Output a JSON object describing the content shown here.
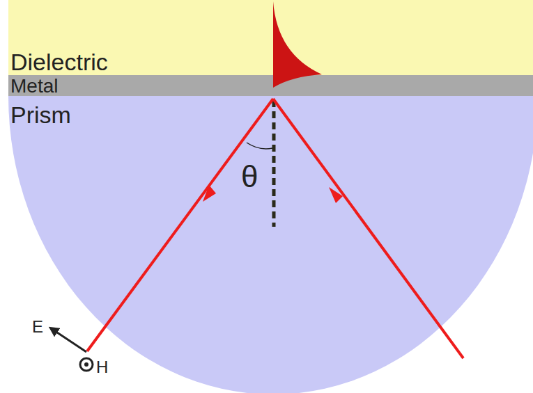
{
  "diagram": {
    "nodes": [
      {
        "text": [
          "Dielectric"
        ]
      },
      {
        "text": [
          "Metal"
        ]
      },
      {
        "text": [
          "Prism"
        ]
      }
    ],
    "labels": [
      "θ",
      "E",
      "H"
    ]
  }
}
